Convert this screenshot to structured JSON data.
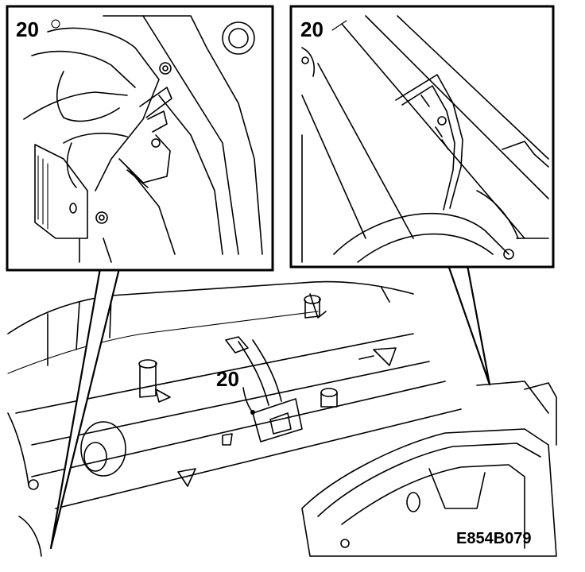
{
  "callouts": {
    "detail_left": "20",
    "detail_right": "20",
    "main_view": "20"
  },
  "figure_id": "E854B079",
  "colors": {
    "line": "#000000",
    "background": "#ffffff"
  }
}
